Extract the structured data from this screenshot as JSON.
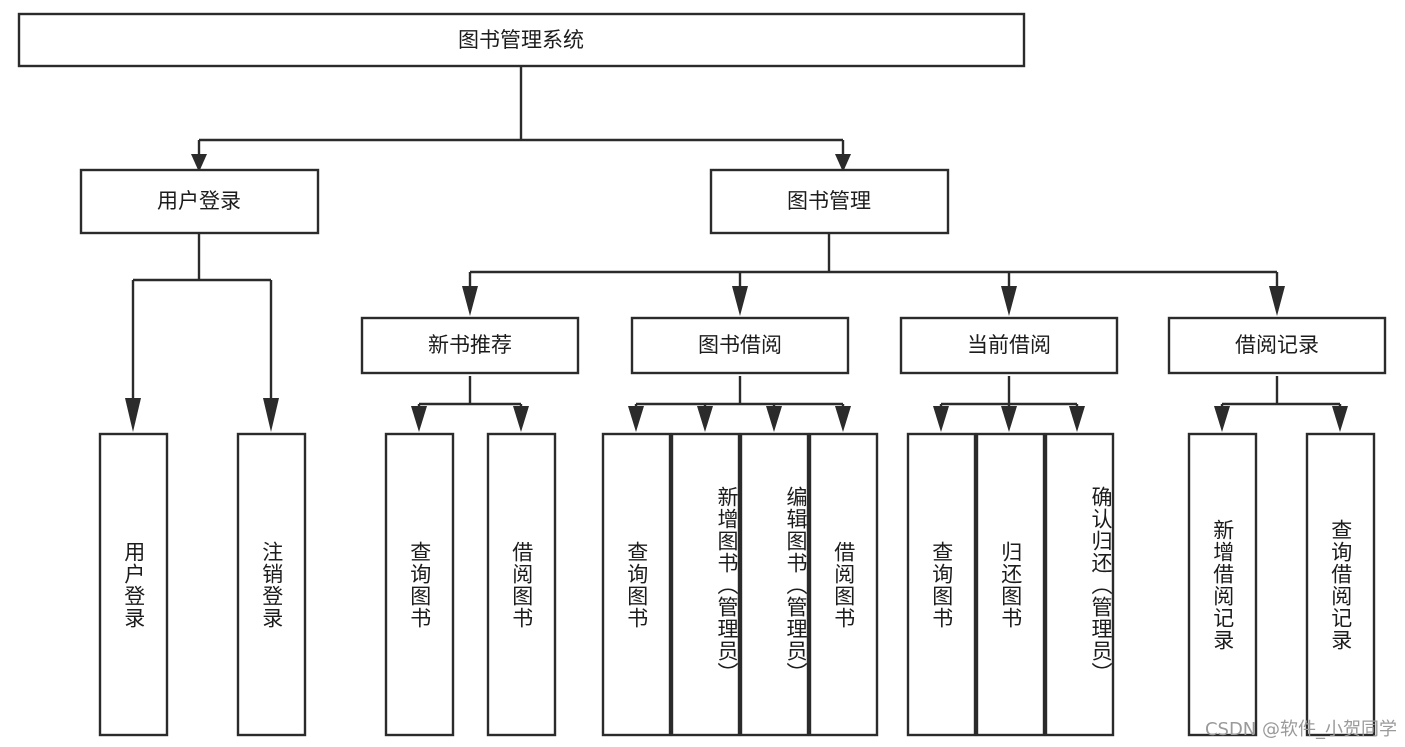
{
  "diagram": {
    "type": "tree-hierarchy",
    "title": "图书管理系统",
    "orientation": "top-down",
    "colors": {
      "box_stroke": "#2b2b2b",
      "box_fill": "#ffffff",
      "text": "#1c1c1c",
      "connector": "#2b2b2b",
      "background": "#ffffff",
      "watermark": "#9a9a9a"
    },
    "levels": {
      "root": {
        "label": "图书管理系统"
      },
      "level2": [
        {
          "label": "用户登录"
        },
        {
          "label": "图书管理"
        }
      ],
      "level3": [
        {
          "label": "新书推荐"
        },
        {
          "label": "图书借阅"
        },
        {
          "label": "当前借阅"
        },
        {
          "label": "借阅记录"
        }
      ],
      "leaves": {
        "user_login": [
          {
            "label": "用户登录"
          },
          {
            "label": "注销登录"
          }
        ],
        "new_book_recommend": [
          {
            "label": "查询图书"
          },
          {
            "label": "借阅图书"
          }
        ],
        "book_borrow": [
          {
            "label": "查询图书"
          },
          {
            "label": "新增图书（管理员）"
          },
          {
            "label": "编辑图书（管理员）"
          },
          {
            "label": "借阅图书"
          }
        ],
        "current_borrow": [
          {
            "label": "查询图书"
          },
          {
            "label": "归还图书"
          },
          {
            "label": "确认归还（管理员）"
          }
        ],
        "borrow_record": [
          {
            "label": "新增借阅记录"
          },
          {
            "label": "查询借阅记录"
          }
        ]
      }
    }
  },
  "watermark": {
    "text": "CSDN @软件_小贺同学"
  }
}
